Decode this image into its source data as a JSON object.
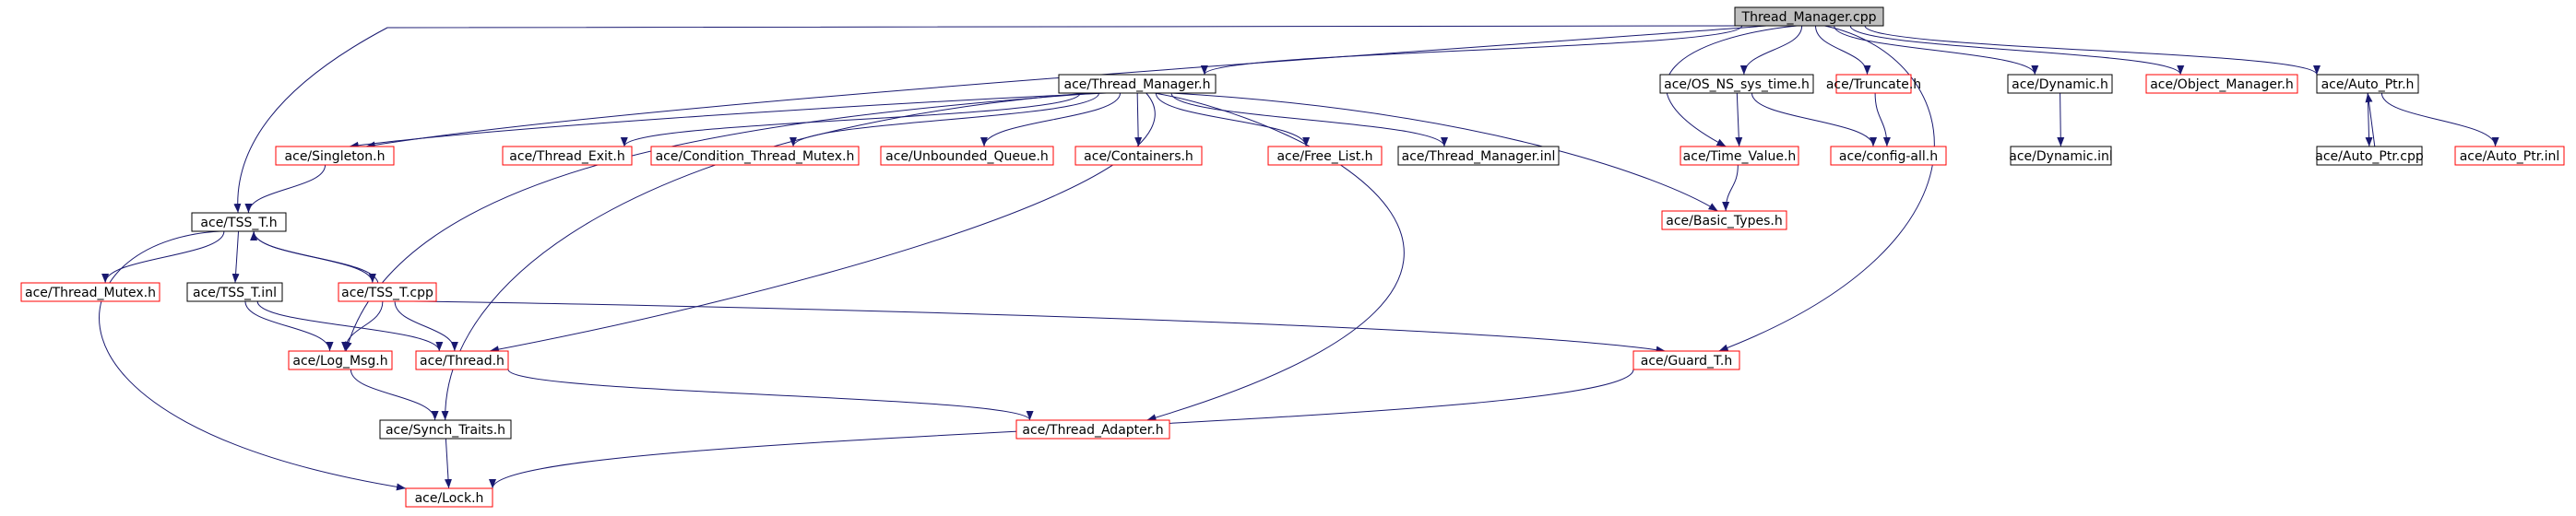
{
  "diagram": {
    "root": "Thread_Manager.cpp",
    "colors": {
      "edge": "#191970",
      "border_black": "#000000",
      "border_red": "#ff0000",
      "root_fill": "#bfbfbf"
    },
    "nodes": {
      "root": {
        "label": "Thread_Manager.cpp",
        "border": "black",
        "fill": "gray"
      },
      "thread_manager_h": {
        "label": "ace/Thread_Manager.h",
        "border": "black"
      },
      "os_ns_sys_time": {
        "label": "ace/OS_NS_sys_time.h",
        "border": "black"
      },
      "truncate": {
        "label": "ace/Truncate.h",
        "border": "red"
      },
      "dynamic_h": {
        "label": "ace/Dynamic.h",
        "border": "black"
      },
      "object_manager": {
        "label": "ace/Object_Manager.h",
        "border": "red"
      },
      "auto_ptr_h": {
        "label": "ace/Auto_Ptr.h",
        "border": "black"
      },
      "singleton": {
        "label": "ace/Singleton.h",
        "border": "red"
      },
      "thread_exit": {
        "label": "ace/Thread_Exit.h",
        "border": "red"
      },
      "cond_thread_mutex": {
        "label": "ace/Condition_Thread_Mutex.h",
        "border": "red"
      },
      "unbounded_queue": {
        "label": "ace/Unbounded_Queue.h",
        "border": "red"
      },
      "containers": {
        "label": "ace/Containers.h",
        "border": "red"
      },
      "free_list": {
        "label": "ace/Free_List.h",
        "border": "red"
      },
      "thread_manager_inl": {
        "label": "ace/Thread_Manager.inl",
        "border": "black"
      },
      "time_value": {
        "label": "ace/Time_Value.h",
        "border": "red"
      },
      "config_all": {
        "label": "ace/config-all.h",
        "border": "red"
      },
      "dynamic_inl": {
        "label": "ace/Dynamic.inl",
        "border": "black"
      },
      "auto_ptr_cpp": {
        "label": "ace/Auto_Ptr.cpp",
        "border": "black"
      },
      "auto_ptr_inl": {
        "label": "ace/Auto_Ptr.inl",
        "border": "red"
      },
      "basic_types": {
        "label": "ace/Basic_Types.h",
        "border": "red"
      },
      "tss_t_h": {
        "label": "ace/TSS_T.h",
        "border": "black"
      },
      "thread_mutex": {
        "label": "ace/Thread_Mutex.h",
        "border": "red"
      },
      "tss_t_inl": {
        "label": "ace/TSS_T.inl",
        "border": "black"
      },
      "tss_t_cpp": {
        "label": "ace/TSS_T.cpp",
        "border": "red"
      },
      "log_msg": {
        "label": "ace/Log_Msg.h",
        "border": "red"
      },
      "thread_h": {
        "label": "ace/Thread.h",
        "border": "red"
      },
      "guard_t": {
        "label": "ace/Guard_T.h",
        "border": "red"
      },
      "synch_traits": {
        "label": "ace/Synch_Traits.h",
        "border": "black"
      },
      "thread_adapter": {
        "label": "ace/Thread_Adapter.h",
        "border": "red"
      },
      "lock": {
        "label": "ace/Lock.h",
        "border": "red"
      }
    },
    "edges": [
      [
        "root",
        "thread_manager_h"
      ],
      [
        "root",
        "os_ns_sys_time"
      ],
      [
        "root",
        "truncate"
      ],
      [
        "root",
        "dynamic_h"
      ],
      [
        "root",
        "object_manager"
      ],
      [
        "root",
        "auto_ptr_h"
      ],
      [
        "root",
        "singleton"
      ],
      [
        "root",
        "tss_t_h"
      ],
      [
        "root",
        "time_value"
      ],
      [
        "root",
        "guard_t"
      ],
      [
        "thread_manager_h",
        "singleton"
      ],
      [
        "thread_manager_h",
        "thread_exit"
      ],
      [
        "thread_manager_h",
        "cond_thread_mutex"
      ],
      [
        "thread_manager_h",
        "unbounded_queue"
      ],
      [
        "thread_manager_h",
        "containers"
      ],
      [
        "thread_manager_h",
        "free_list"
      ],
      [
        "thread_manager_h",
        "thread_manager_inl"
      ],
      [
        "thread_manager_h",
        "basic_types"
      ],
      [
        "thread_manager_h",
        "log_msg"
      ],
      [
        "thread_manager_h",
        "thread_h"
      ],
      [
        "thread_manager_h",
        "synch_traits"
      ],
      [
        "thread_manager_h",
        "thread_adapter"
      ],
      [
        "os_ns_sys_time",
        "time_value"
      ],
      [
        "os_ns_sys_time",
        "config_all"
      ],
      [
        "truncate",
        "config_all"
      ],
      [
        "time_value",
        "basic_types"
      ],
      [
        "dynamic_h",
        "dynamic_inl"
      ],
      [
        "auto_ptr_h",
        "auto_ptr_cpp"
      ],
      [
        "auto_ptr_h",
        "auto_ptr_inl"
      ],
      [
        "auto_ptr_cpp",
        "auto_ptr_h"
      ],
      [
        "singleton",
        "tss_t_h"
      ],
      [
        "tss_t_h",
        "thread_mutex"
      ],
      [
        "tss_t_h",
        "tss_t_inl"
      ],
      [
        "tss_t_h",
        "tss_t_cpp"
      ],
      [
        "tss_t_h",
        "lock"
      ],
      [
        "tss_t_cpp",
        "tss_t_h"
      ],
      [
        "tss_t_cpp",
        "log_msg"
      ],
      [
        "tss_t_cpp",
        "thread_h"
      ],
      [
        "tss_t_cpp",
        "guard_t"
      ],
      [
        "tss_t_inl",
        "log_msg"
      ],
      [
        "tss_t_inl",
        "thread_h"
      ],
      [
        "log_msg",
        "synch_traits"
      ],
      [
        "thread_h",
        "thread_adapter"
      ],
      [
        "synch_traits",
        "lock"
      ],
      [
        "guard_t",
        "lock"
      ]
    ]
  }
}
